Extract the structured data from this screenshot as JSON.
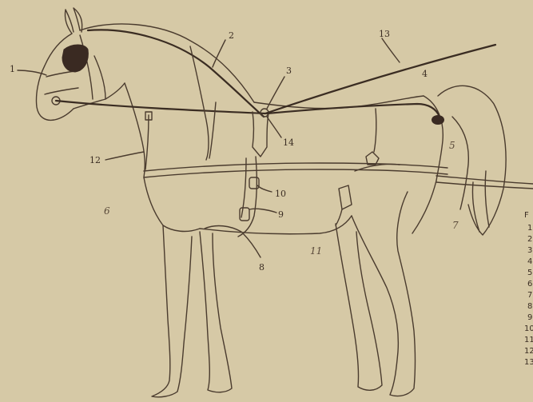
{
  "diagram": {
    "callouts": [
      "1",
      "2",
      "3",
      "4",
      "5",
      "6",
      "7",
      "8",
      "9",
      "10",
      "11",
      "12",
      "13",
      "14"
    ],
    "edge_letter": "F",
    "edge_numbers": [
      "1",
      "2",
      "3",
      "4",
      "5",
      "6",
      "7",
      "8",
      "9",
      "10",
      "11",
      "12",
      "13"
    ]
  },
  "colors": {
    "paper": "#d6c9a6",
    "ink": "#3a2c22",
    "blinker": "#3a2a22"
  }
}
